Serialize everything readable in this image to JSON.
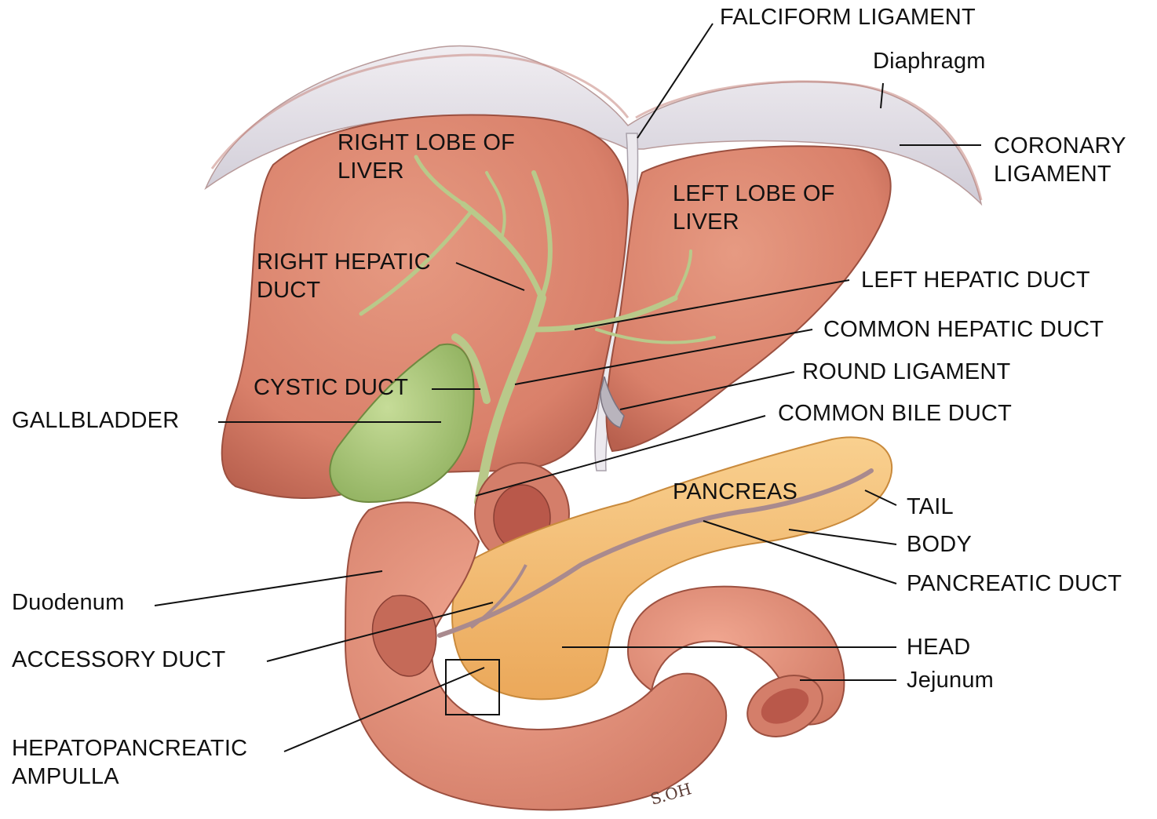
{
  "labels": {
    "falciform_ligament": "FALCIFORM LIGAMENT",
    "diaphragm": "Diaphragm",
    "coronary_ligament": [
      "CORONARY",
      "LIGAMENT"
    ],
    "right_lobe": [
      "RIGHT LOBE OF",
      "LIVER"
    ],
    "left_lobe": [
      "LEFT LOBE OF",
      "LIVER"
    ],
    "right_hepatic_duct": [
      "RIGHT HEPATIC",
      "DUCT"
    ],
    "left_hepatic_duct": "LEFT HEPATIC DUCT",
    "common_hepatic_duct": "COMMON HEPATIC DUCT",
    "cystic_duct": "CYSTIC DUCT",
    "round_ligament": "ROUND LIGAMENT",
    "gallbladder": "GALLBLADDER",
    "common_bile_duct": "COMMON BILE DUCT",
    "pancreas": "PANCREAS",
    "tail": "TAIL",
    "body": "BODY",
    "pancreatic_duct": "PANCREATIC DUCT",
    "duodenum": "Duodenum",
    "accessory_duct": "ACCESSORY DUCT",
    "head": "HEAD",
    "jejunum": "Jejunum",
    "hepatopancreatic_ampulla": [
      "HEPATOPANCREATIC",
      "AMPULLA"
    ]
  },
  "signature": "S.OH",
  "colors": {
    "liver": "#d9806a",
    "liver_shadow": "#b8604e",
    "gallbladder": "#a8c878",
    "bile_duct": "#b9c98a",
    "pancreas": "#f6c27a",
    "pancreas_dark": "#e8a456",
    "duodenum": "#e7917a",
    "duodenum_dark": "#c56a58",
    "diaphragm": "#e6e3ea",
    "pancreatic_duct": "#a98a8e",
    "leader_line": "#111111"
  }
}
